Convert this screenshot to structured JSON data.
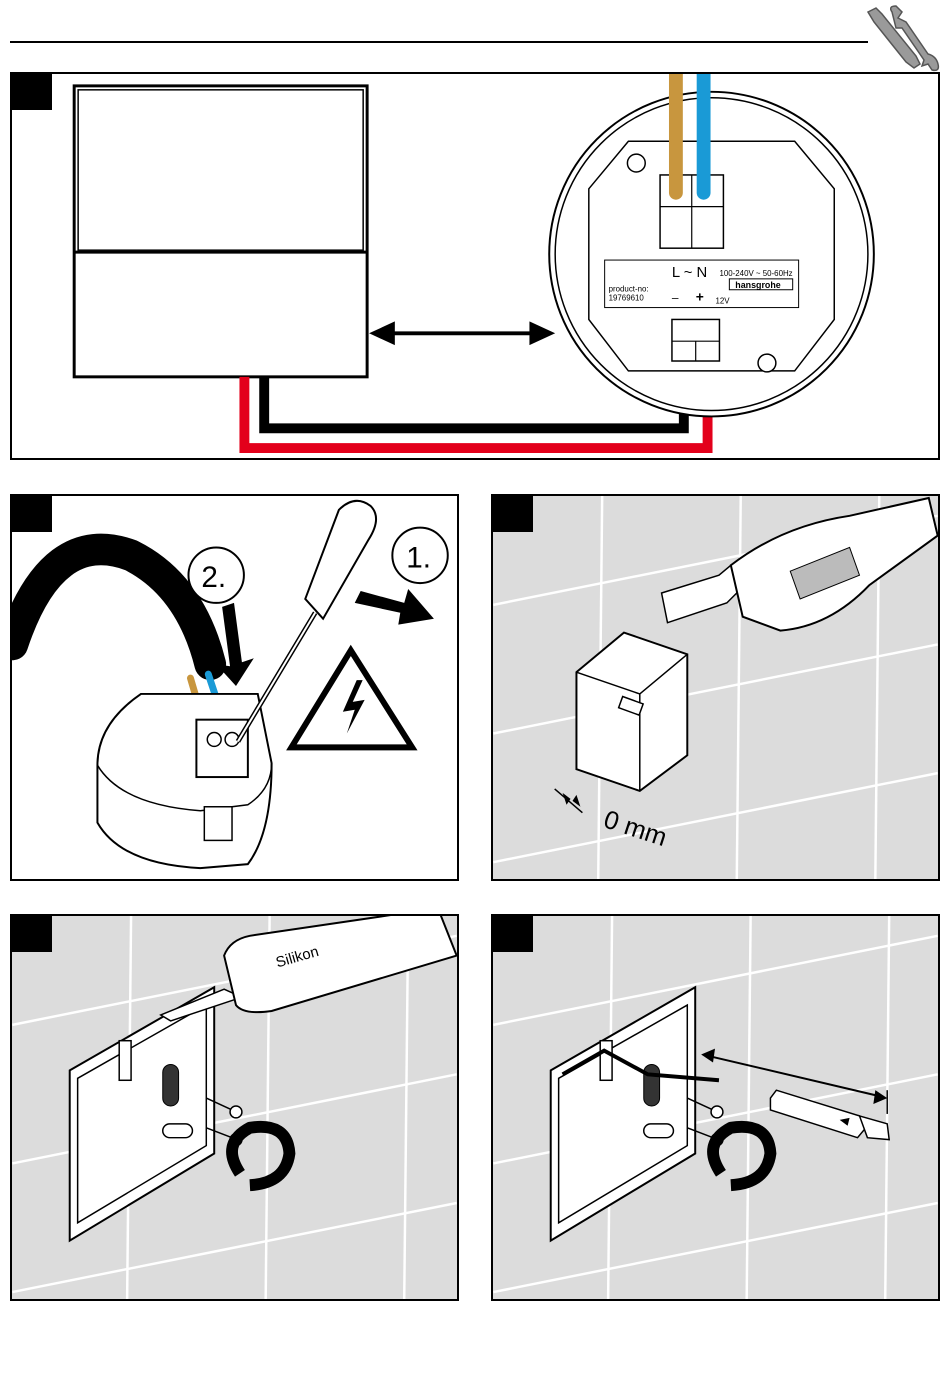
{
  "header": {
    "icon": "wrench-screwdriver-icon"
  },
  "panel1": {
    "terminal_top": "L ~ N",
    "voltage": "100-240V ~ 50-60Hz",
    "brand": "hansgrohe",
    "product_label": "product-no:",
    "product_number": "19769610",
    "terminal_bottom_minus": "–",
    "terminal_bottom_plus": "+",
    "output_voltage": "12V",
    "wire_colors": {
      "live": "#c8963e",
      "neutral": "#1a9ad6",
      "positive": "#e3001b",
      "negative": "#000000"
    }
  },
  "panel2": {
    "step_two": "2.",
    "step_one": "1.",
    "warning_icon": "high-voltage-warning-icon"
  },
  "panel3": {
    "gap_label": "0 mm"
  },
  "panel4": {
    "sealant_label": "Silikon"
  },
  "panel5": {}
}
